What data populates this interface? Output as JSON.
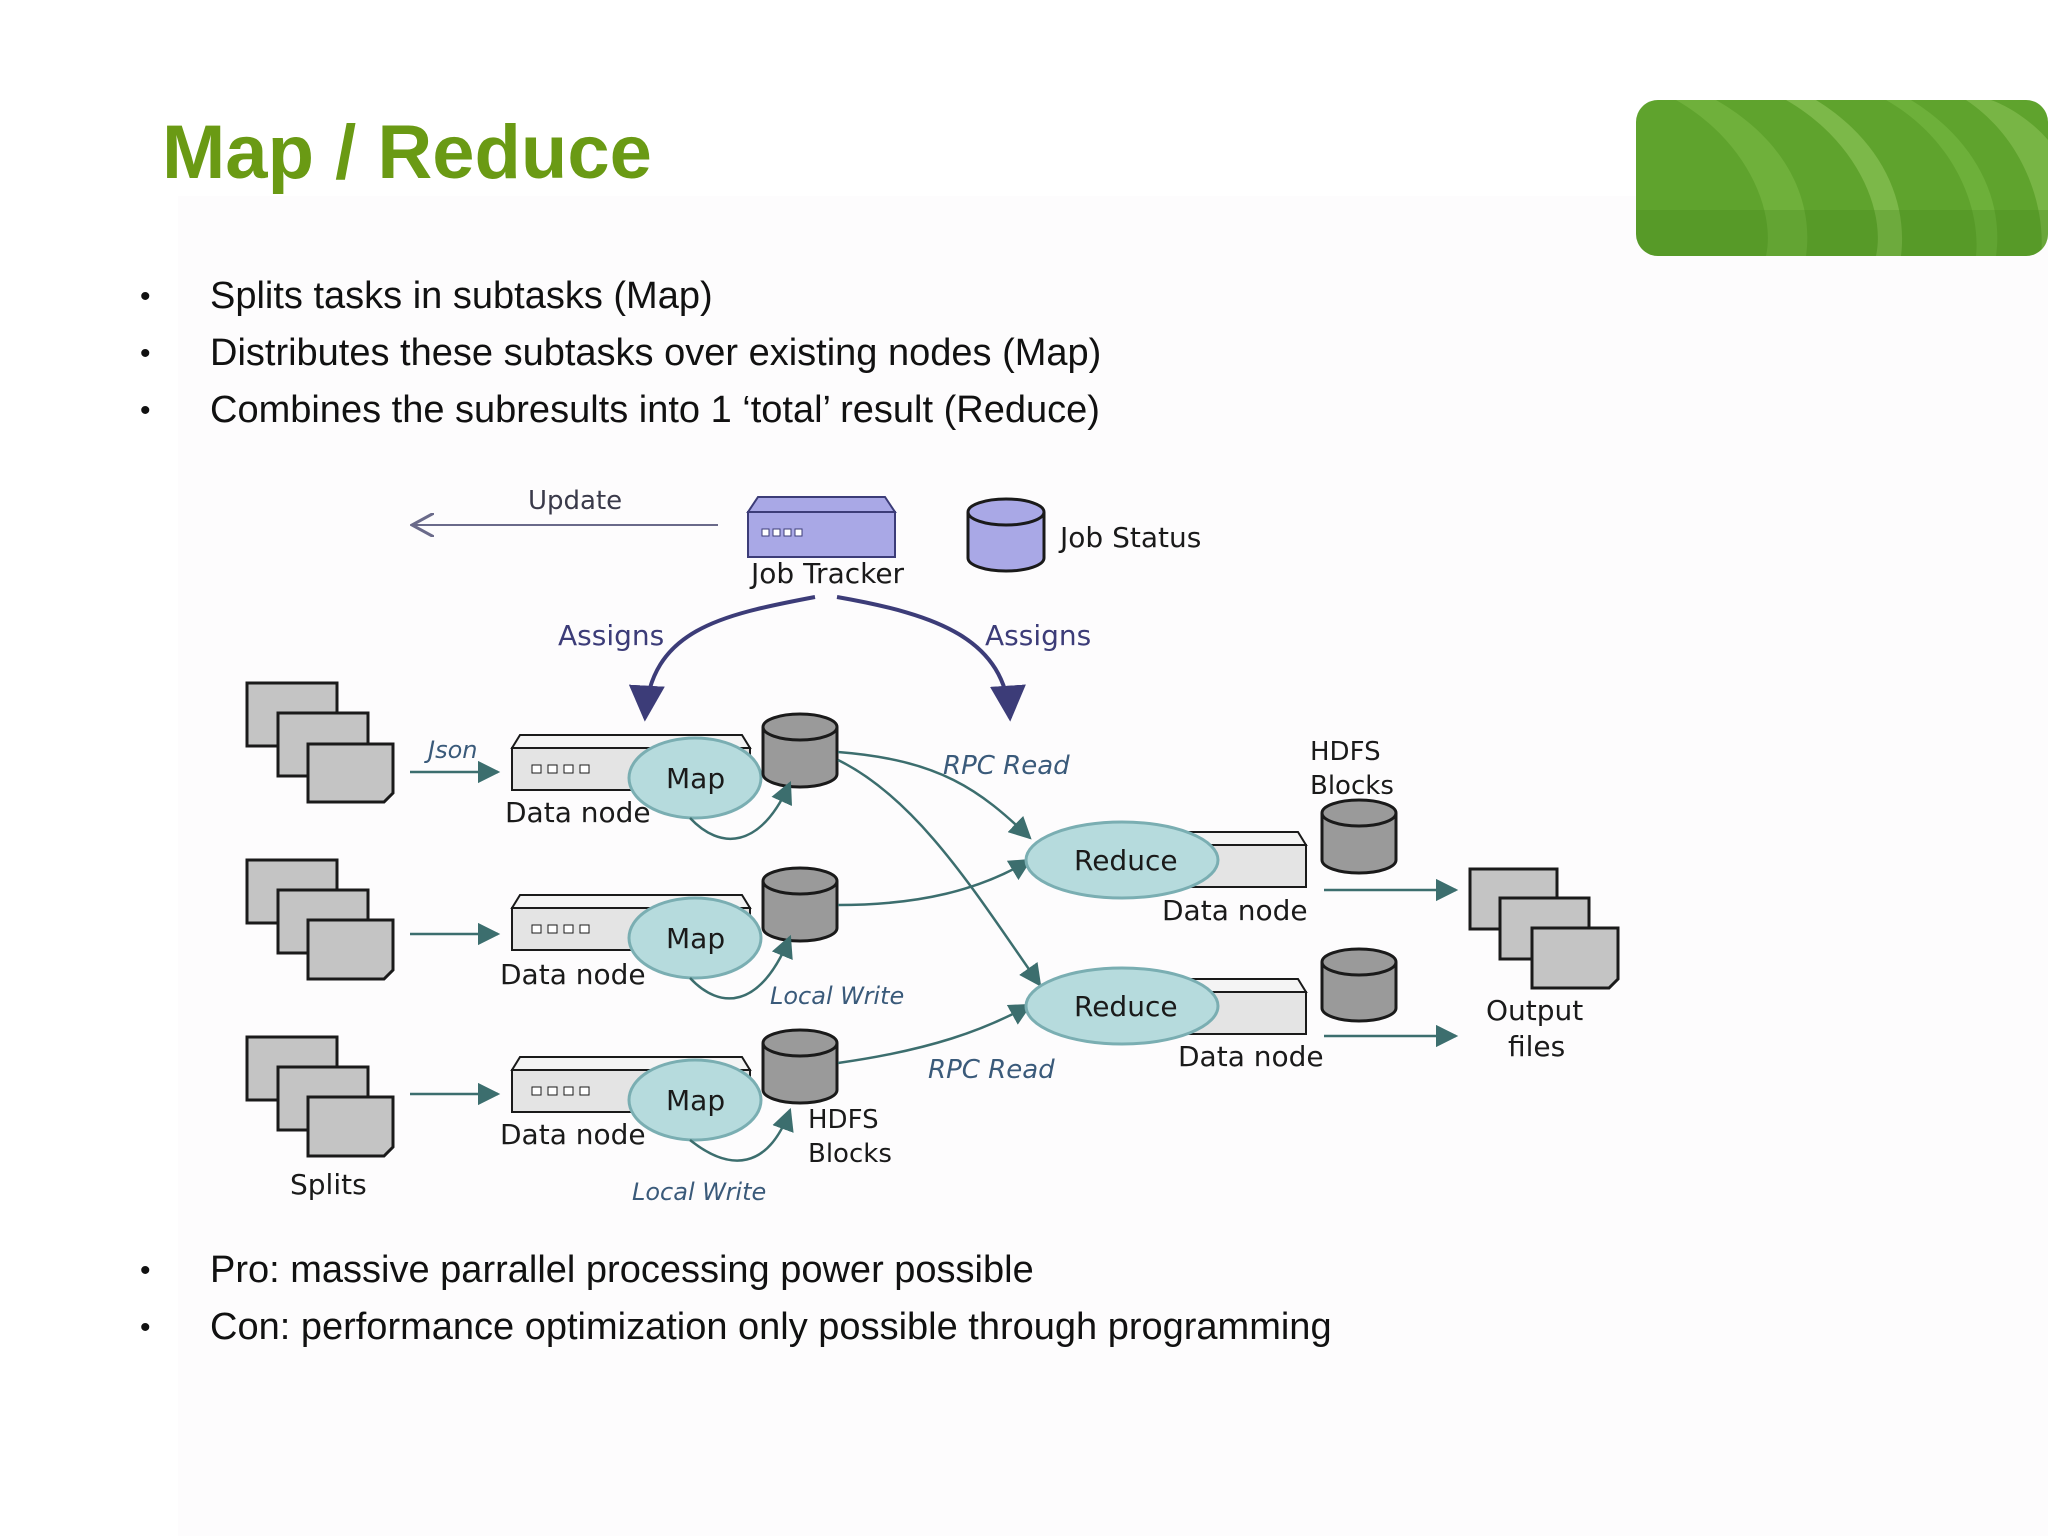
{
  "slide": {
    "title": "Map / Reduce",
    "title_color": "#6a9a14",
    "accent_color": "#5fa32d"
  },
  "top_bullets": [
    "Splits tasks in subtasks (Map)",
    "Distributes these subtasks over existing nodes (Map)",
    "Combines the subresults into 1 ‘total’ result (Reduce)"
  ],
  "bottom_bullets": [
    "Pro: massive parrallel processing power possible",
    "Con: performance optimization only possible through programming"
  ],
  "diagram": {
    "colors": {
      "job_tracker": "#a9a8e6",
      "map_reduce_oval": "#b6dbdd",
      "storage": "#9a9a9a",
      "server": "#e4e4e4",
      "arrow": "#3c3c78",
      "text": "#1a1a1a"
    },
    "update_label": "Update",
    "job_tracker_label": "Job Tracker",
    "job_status_label": "Job Status",
    "assigns_left_label": "Assigns",
    "assigns_right_label": "Assigns",
    "json_label": "Json",
    "map_label": "Map",
    "reduce_label": "Reduce",
    "data_node_label": "Data node",
    "rpc_read_top_label": "RPC Read",
    "rpc_read_bottom_label": "RPC Read",
    "local_write_label": "Local Write",
    "hdfs_blocks_line1": "HDFS",
    "hdfs_blocks_line2": "Blocks",
    "output_files_line1": "Output",
    "output_files_line2": "files",
    "splits_label": "Splits"
  }
}
